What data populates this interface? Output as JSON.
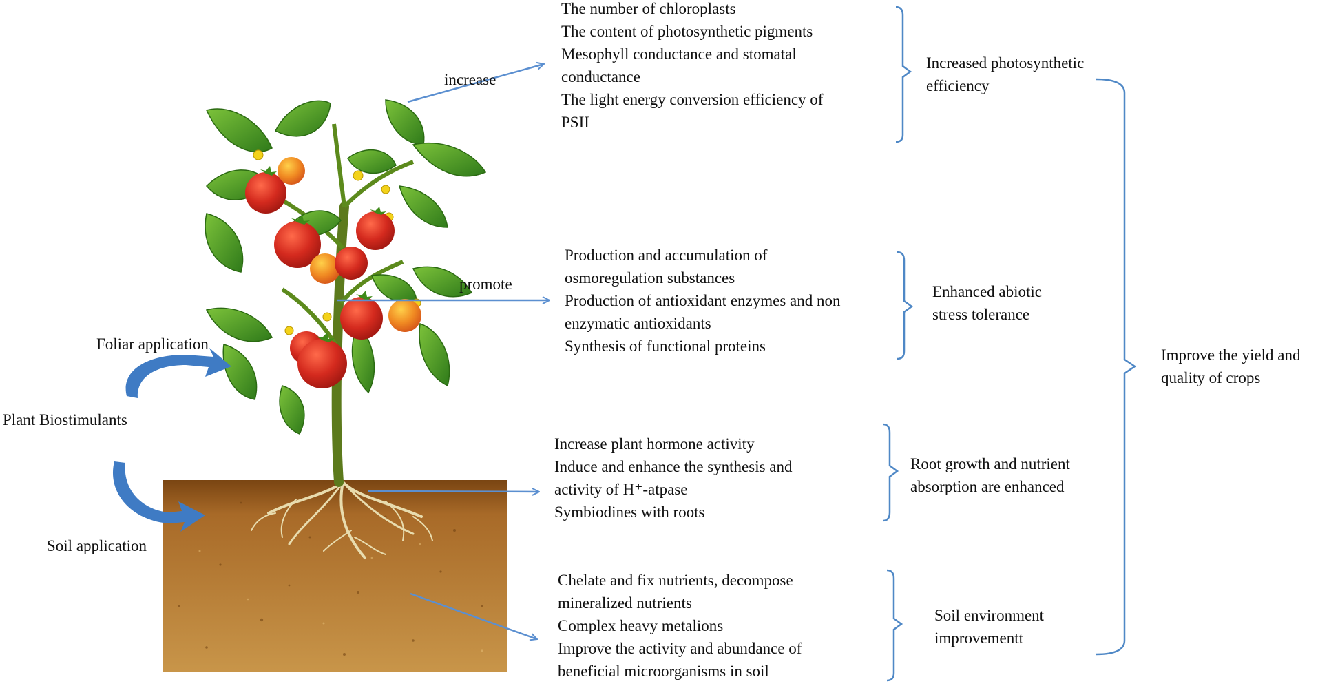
{
  "plant": {
    "arrow_labels": {
      "increase": "increase",
      "promote": "promote"
    },
    "application": {
      "foliar": "Foliar application",
      "source": "Plant Biostimulants",
      "soil": "Soil application"
    }
  },
  "effects": [
    {
      "lines": [
        "The number of chloroplasts",
        "The content of photosynthetic pigments",
        "Mesophyll conductance and stomatal",
        "conductance",
        "The light energy conversion efficiency of",
        "PSII"
      ],
      "category": [
        "Increased photosynthetic",
        "efficiency"
      ]
    },
    {
      "lines": [
        "Production and accumulation of",
        "osmoregulation substances",
        "Production of antioxidant enzymes and non",
        "enzymatic antioxidants",
        "Synthesis of functional proteins"
      ],
      "category": [
        "Enhanced abiotic",
        "stress tolerance"
      ]
    },
    {
      "lines": [
        "Increase plant hormone activity",
        "Induce and enhance the synthesis and",
        "activity of H⁺-atpase",
        "Symbiodines with roots"
      ],
      "category": [
        "Root growth and nutrient",
        "absorption are enhanced"
      ]
    },
    {
      "lines": [
        "Chelate and fix nutrients, decompose",
        "mineralized nutrients",
        "Complex heavy metalions",
        "Improve the activity and abundance of",
        "beneficial microorganisms in soil"
      ],
      "category": [
        "Soil environment",
        "improvementt"
      ]
    }
  ],
  "outcome": [
    "Improve the yield and",
    "quality of crops"
  ],
  "colors": {
    "arrow": "#5b8fd0",
    "bracket": "#4f88c6",
    "curved_arrow": "#3f7bc4",
    "soil": "#a86a28",
    "leaf": "#4e9a26",
    "tomato": "#d42a1e"
  }
}
